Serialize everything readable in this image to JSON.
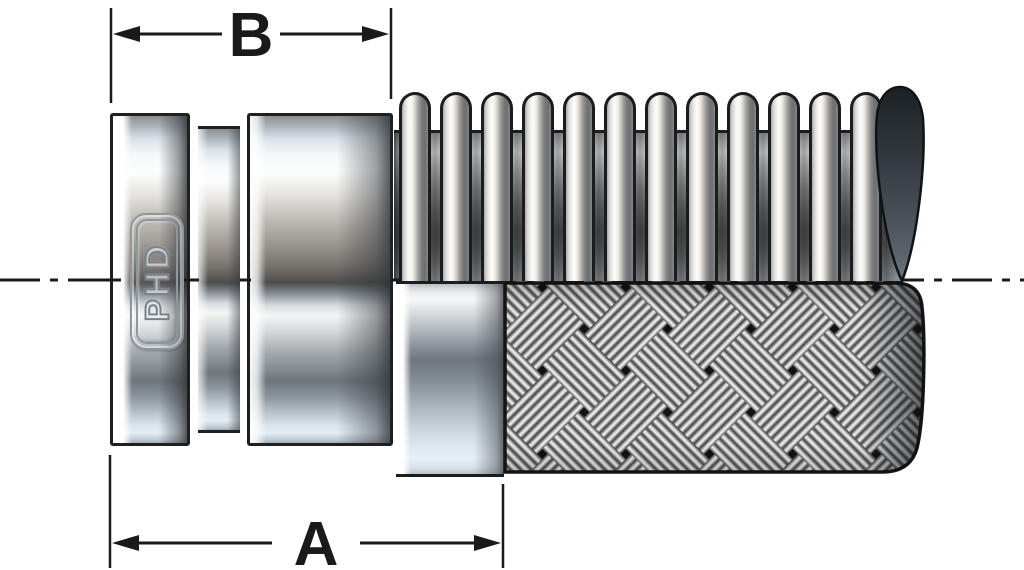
{
  "diagram": {
    "type": "braided-metal-hose-fitting-technical-drawing",
    "dimensions": {
      "a_label": "A",
      "b_label": "B"
    },
    "fitting": {
      "logo_text": "PHD"
    },
    "hose": {
      "corrugation_count": 12
    },
    "colors": {
      "background": "#ffffff",
      "line": "#1a1a1a",
      "metal_highlight": "#e2edf4",
      "metal_shadow": "#5b5855",
      "braid_gap_dark": "#121212",
      "hose_end_dark": "#1c2125"
    }
  }
}
